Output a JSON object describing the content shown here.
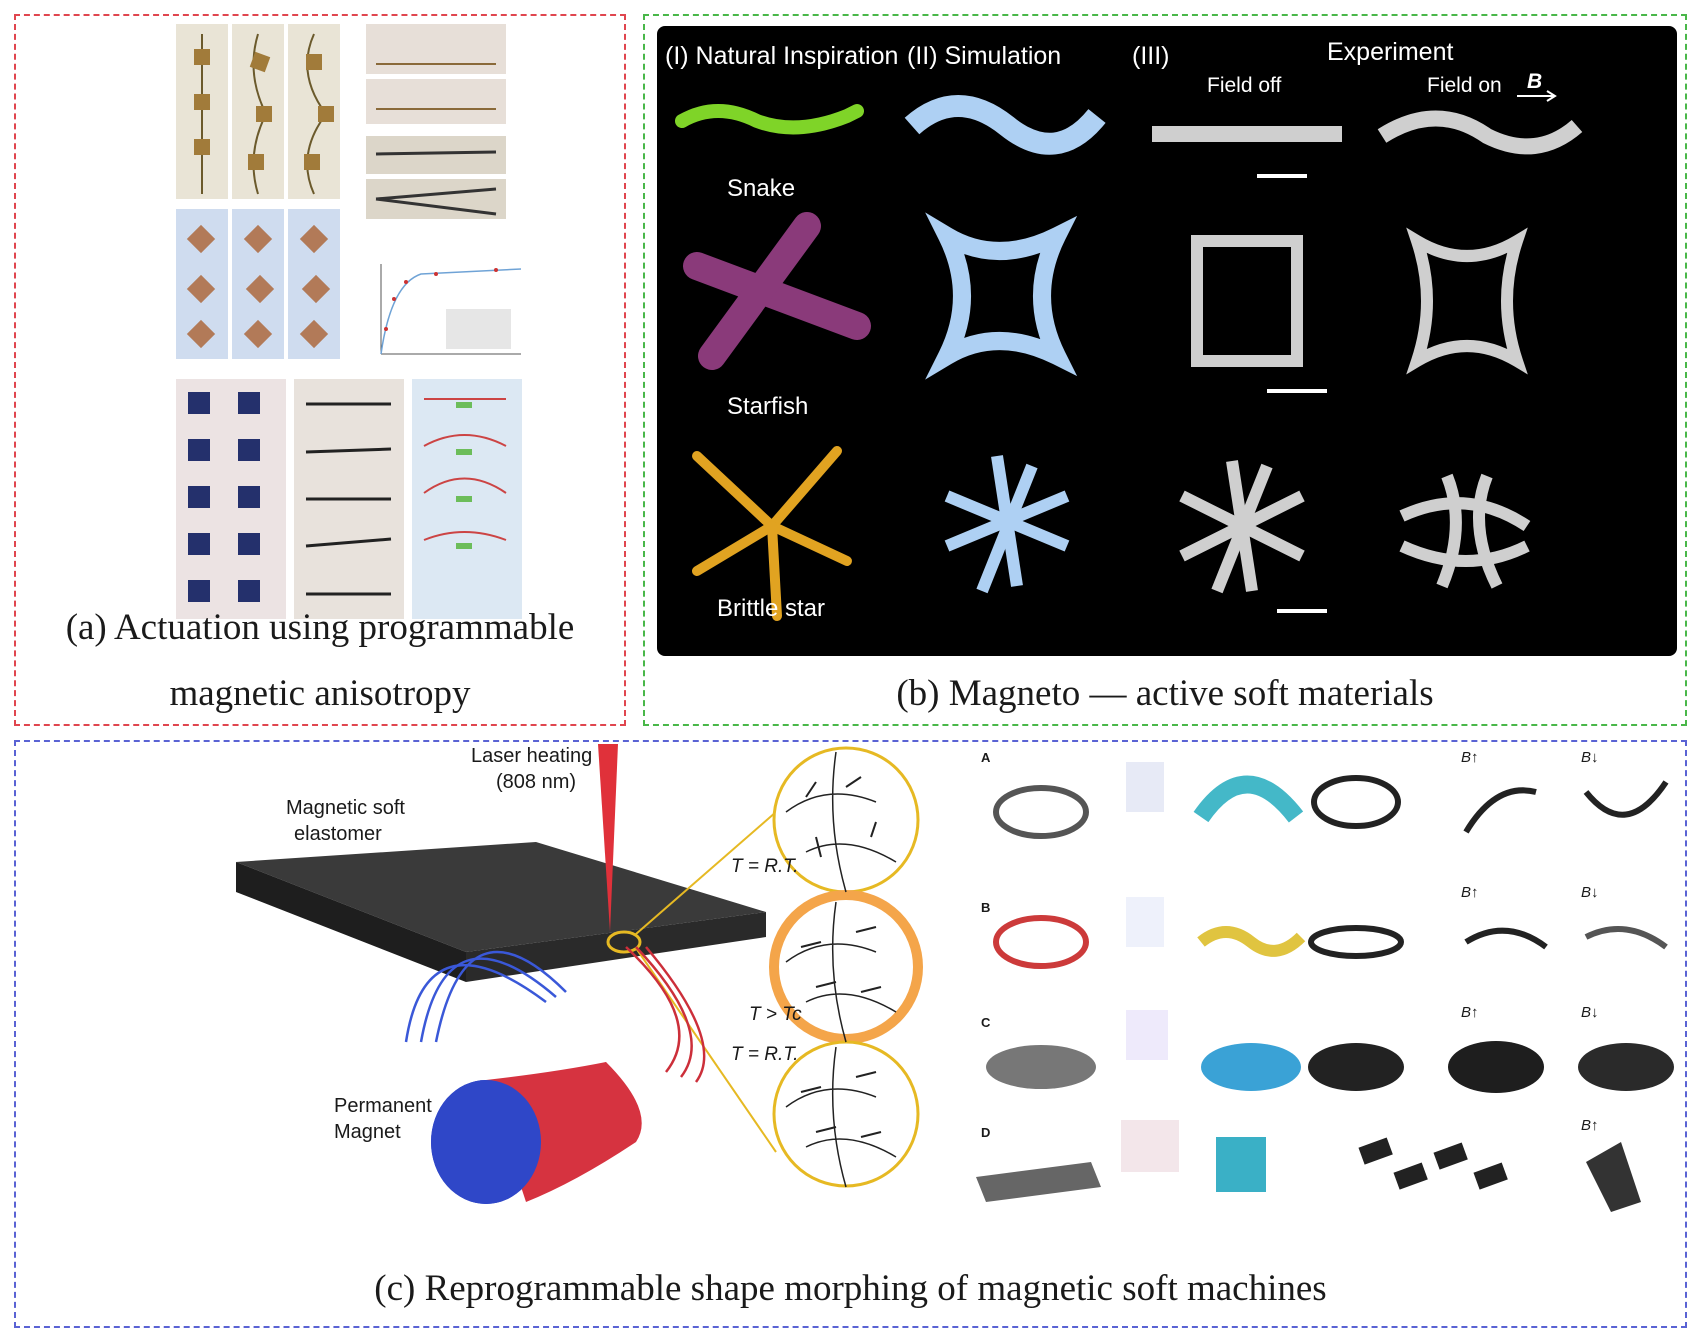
{
  "panel_a": {
    "caption_line1": "(a) Actuation using programmable",
    "caption_line2": "magnetic anisotropy"
  },
  "panel_b": {
    "caption": "(b) Magneto — active soft materials",
    "col1_header": "(I) Natural Inspiration",
    "col2_header": "(II)  Simulation",
    "col3_header": "(III)",
    "experiment_header": "Experiment",
    "field_off": "Field off",
    "field_on": "Field on",
    "field_symbol": "B",
    "row1_label": "Snake",
    "row2_label": "Starfish",
    "row3_label": "Brittle star"
  },
  "panel_c": {
    "caption": "(c) Reprogrammable shape morphing of magnetic soft machines",
    "laser_label_1": "Laser heating",
    "laser_label_2": "(808 nm)",
    "elastomer_label_1": "Magnetic soft",
    "elastomer_label_2": "elastomer",
    "magnet_label_1": "Permanent",
    "magnet_label_2": "Magnet",
    "temp1": "T = R.T.",
    "temp2": "T > Tc",
    "temp3": "T = R.T.",
    "row_labels": [
      "A",
      "B",
      "C",
      "D"
    ],
    "field_up": "B↑",
    "field_down": "B↓"
  }
}
